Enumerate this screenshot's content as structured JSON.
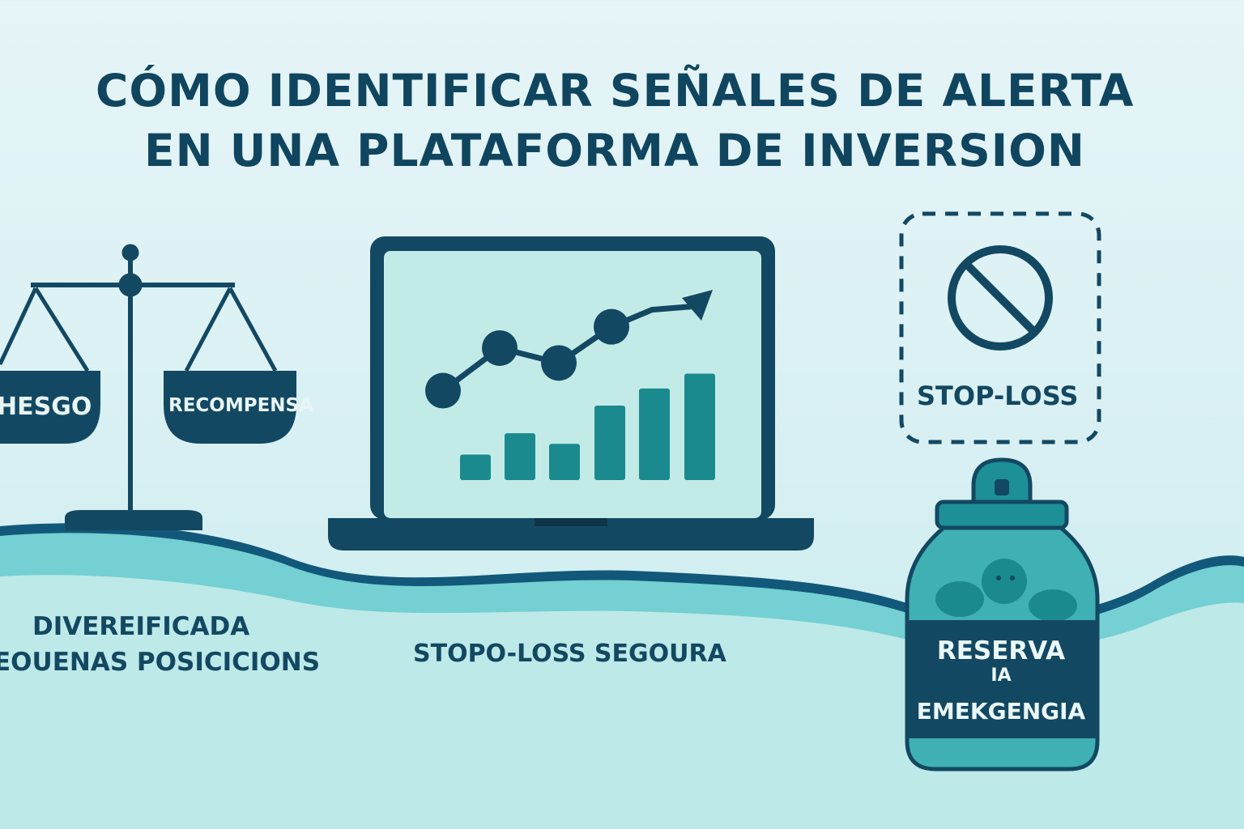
{
  "title": {
    "line1": "CÓMO IDENTIFICAR SEÑALES DE ALERTA",
    "line2": "EN UNA PLATAFORMA DE INVERSION"
  },
  "scale": {
    "left_pan": "HESGO",
    "right_pan": "RECOMPENSA"
  },
  "captions": {
    "left_line1": "DIVEREIFICADA",
    "left_line2": "EOUENAS POSICICIONS",
    "center": "STOPO-LOSS SEGOURA"
  },
  "stop_box": {
    "label": "STOP-LOSS",
    "icon": "prohibited-icon"
  },
  "jar": {
    "line1": "RESERVA",
    "line2": "IA",
    "line3": "EMEKGENGIA"
  },
  "laptop_chart": {
    "bars": [
      0.12,
      0.22,
      0.17,
      0.35,
      0.43,
      0.5
    ],
    "line_points": [
      0.42,
      0.62,
      0.55,
      0.72,
      0.8
    ]
  },
  "colors": {
    "navy": "#134862",
    "teal": "#1a8a8e",
    "light_teal": "#a6e0e0",
    "wave": "#74d0d2"
  }
}
